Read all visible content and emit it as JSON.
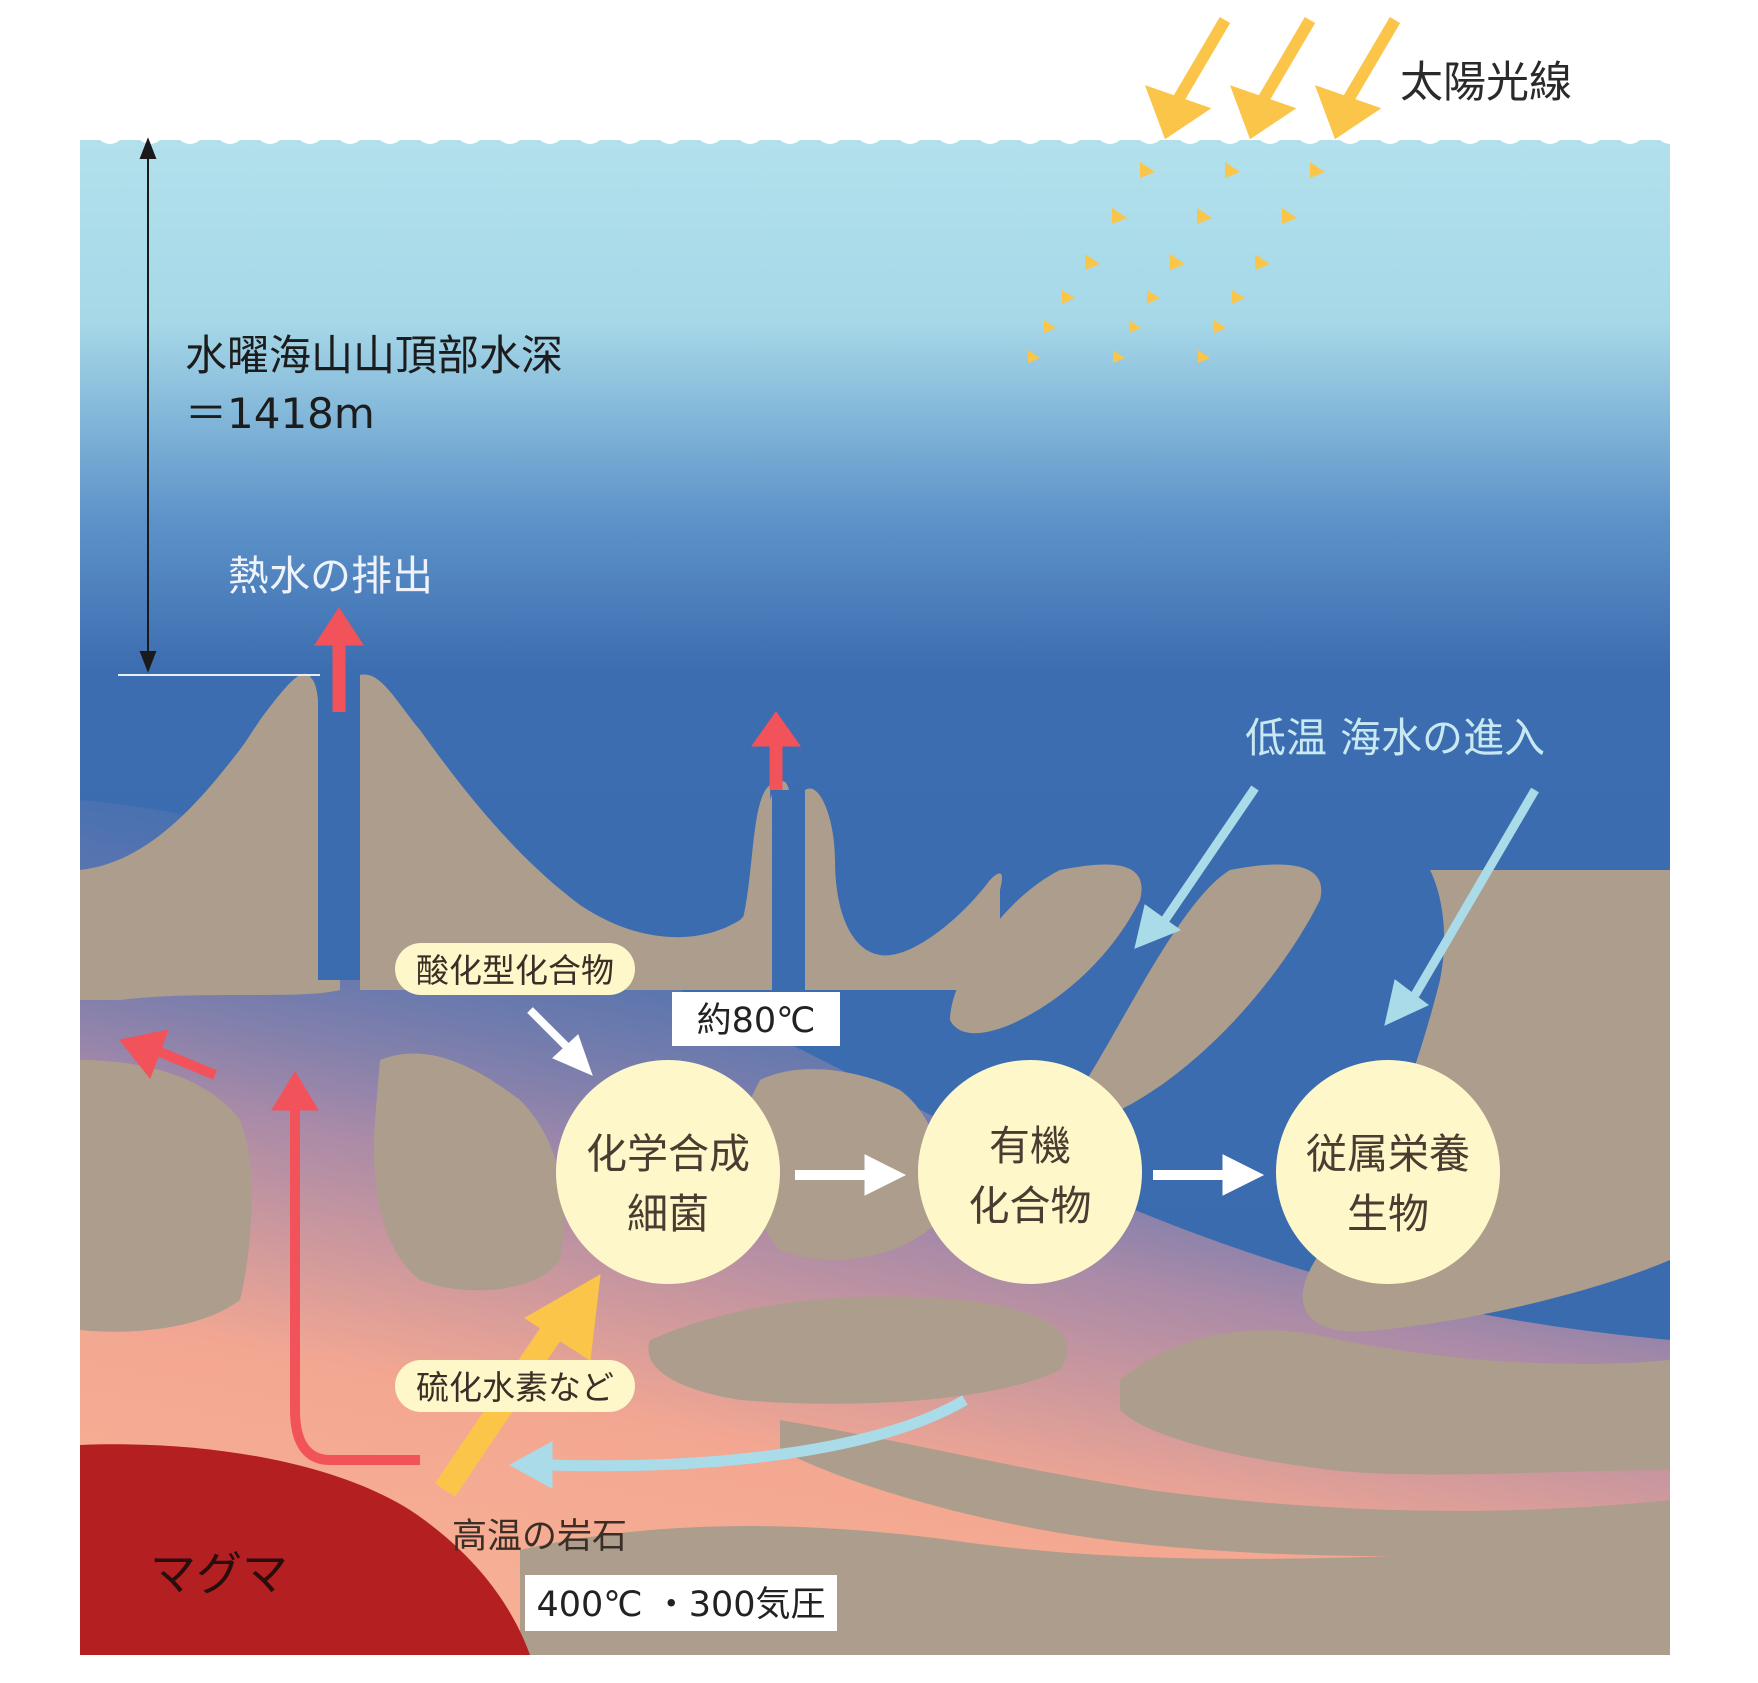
{
  "labels": {
    "sunlight": "太陽光線",
    "depth_line1": "水曜海山山頂部水深",
    "depth_line2": "＝1418m",
    "hot_water_discharge": "熱水の排出",
    "cold_seawater_intrusion": "低温 海水の進入",
    "oxidized_compounds": "酸化型化合物",
    "temp_80": "約80℃",
    "hydrogen_sulfide": "硫化水素など",
    "hot_rock": "高温の岩石",
    "conditions": "400℃ ・300気圧",
    "magma": "マグマ"
  },
  "nodes": [
    {
      "line1": "化学合成",
      "line2": "細菌"
    },
    {
      "line1": "有機",
      "line2": "化合物"
    },
    {
      "line1": "従属栄養",
      "line2": "生物"
    }
  ],
  "colors": {
    "surface_water": "#b2e1ec",
    "deep_water": "#3b6caf",
    "rock": "#ad9d8c",
    "hot_zone": "#f7ae92",
    "magma": "#b41f22",
    "node_fill": "#fdf7c9",
    "hot_arrow": "#f2525a",
    "cold_arrow": "#a9dbe8",
    "sun_arrow": "#fbc54a"
  }
}
